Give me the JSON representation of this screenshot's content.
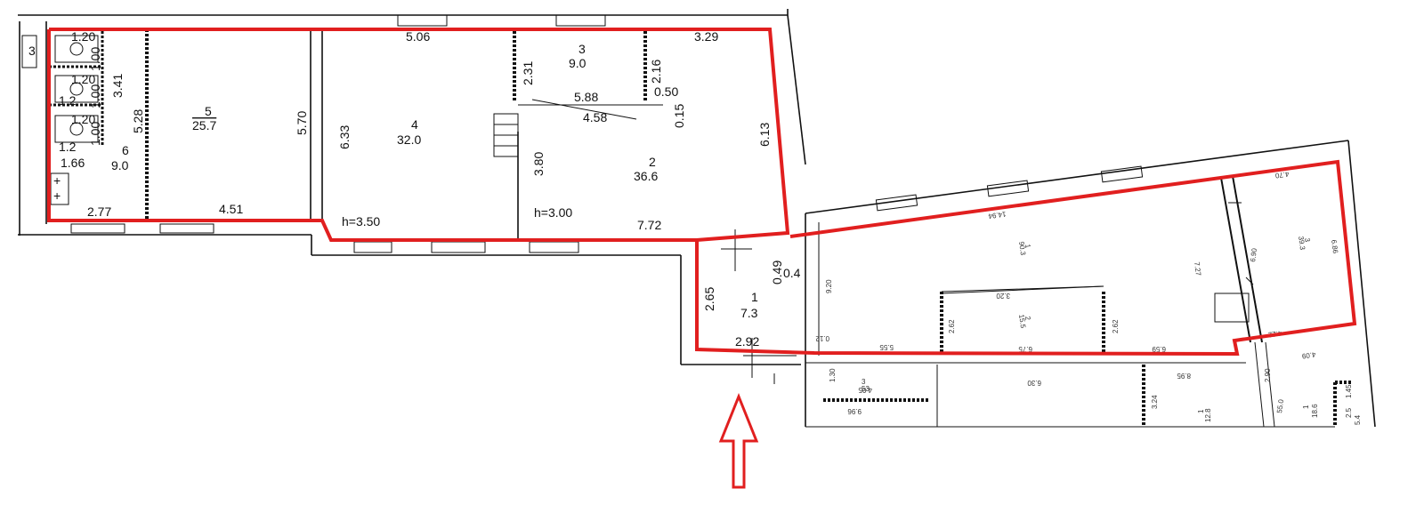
{
  "colors": {
    "boundary": "#e11f1f",
    "ink": "#111111",
    "faded": "#555555"
  },
  "left_rooms": [
    {
      "id": "room-5",
      "number": "5",
      "area": "25.7"
    },
    {
      "id": "room-4",
      "number": "4",
      "area": "32.0"
    },
    {
      "id": "room-3",
      "number": "3",
      "area": "9.0"
    },
    {
      "id": "room-2",
      "number": "2",
      "area": "36.6"
    },
    {
      "id": "room-6",
      "number": "6",
      "area": "9.0"
    },
    {
      "id": "room-1",
      "number": "1",
      "area": "7.3"
    }
  ],
  "left_dims": [
    "1.20",
    "1.00",
    "1.20",
    "1.00",
    "1.20",
    "1.00",
    "3.41",
    "5.28",
    "1.66",
    "2.77",
    "4.51",
    "5.70",
    "6.33",
    "5.06",
    "3.29",
    "2.31",
    "2.16",
    "0.50",
    "0.15",
    "5.88",
    "4.58",
    "3.80",
    "6.13",
    "7.72",
    "2.65",
    "0.49",
    "0.4",
    "2.92",
    "1.2",
    "1.2",
    "3"
  ],
  "heights": [
    "h=3.50",
    "h=3.00"
  ],
  "right_rooms": [
    {
      "id": "r-room-1",
      "number": "1",
      "area": "90.3"
    },
    {
      "id": "r-room-2",
      "number": "2",
      "area": "15.5"
    },
    {
      "id": "r-room-3",
      "number": "3",
      "area": "39.3"
    }
  ],
  "right_dims": [
    "14.94",
    "4.70",
    "7.27",
    "6.90",
    "6.86",
    "9.20",
    "5.55",
    "2.62",
    "6.75",
    "2.62",
    "6.59",
    "4.22",
    "0.12",
    "3.20"
  ],
  "lower_right": [
    "1.30",
    "3",
    "53",
    "4.05",
    "9.96",
    "6.30",
    "3.24",
    "8.95",
    "1",
    "12.8",
    "2.90",
    "55.0",
    "1",
    "18.6",
    "1.45",
    "5.4",
    "2.5",
    "4.09"
  ]
}
